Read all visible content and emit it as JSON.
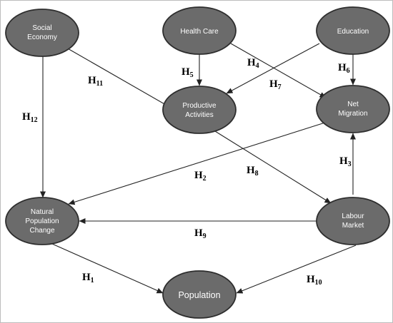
{
  "colors": {
    "node_fill": "#6b6b6b",
    "node_stroke": "#2e2e2e",
    "node_text": "#ffffff",
    "edge": "#222222",
    "hypothesis_text": "#000000"
  },
  "nodes": {
    "social_economy": {
      "lines": [
        "Social",
        "Economy"
      ]
    },
    "health_care": {
      "lines": [
        "Health Care"
      ]
    },
    "education": {
      "lines": [
        "Education"
      ]
    },
    "productive_activities": {
      "lines": [
        "Productive",
        "Activities"
      ]
    },
    "net_migration": {
      "lines": [
        "Net",
        "Migration"
      ]
    },
    "natural_population_change": {
      "lines": [
        "Natural",
        "Population",
        "Change"
      ]
    },
    "labour_market": {
      "lines": [
        "Labour",
        "Market"
      ]
    },
    "population": {
      "lines": [
        "Population"
      ]
    }
  },
  "hypotheses": [
    {
      "id": "h1",
      "main": "H",
      "sub": "1",
      "from": "natural_population_change",
      "to": "population"
    },
    {
      "id": "h2",
      "main": "H",
      "sub": "2",
      "from": "net_migration",
      "to": "natural_population_change"
    },
    {
      "id": "h3",
      "main": "H",
      "sub": "3",
      "from": "labour_market",
      "to": "net_migration"
    },
    {
      "id": "h4",
      "main": "H",
      "sub": "4",
      "from": "health_care",
      "to": "net_migration"
    },
    {
      "id": "h5",
      "main": "H",
      "sub": "5",
      "from": "health_care",
      "to": "productive_activities"
    },
    {
      "id": "h6",
      "main": "H",
      "sub": "6",
      "from": "education",
      "to": "net_migration"
    },
    {
      "id": "h7",
      "main": "H",
      "sub": "7",
      "from": "education",
      "to": "productive_activities"
    },
    {
      "id": "h8",
      "main": "H",
      "sub": "8",
      "from": "productive_activities",
      "to": "labour_market"
    },
    {
      "id": "h9",
      "main": "H",
      "sub": "9",
      "from": "labour_market",
      "to": "natural_population_change"
    },
    {
      "id": "h10",
      "main": "H",
      "sub": "10",
      "from": "labour_market",
      "to": "population"
    },
    {
      "id": "h11",
      "main": "H",
      "sub": "11",
      "from": "social_economy",
      "to": "productive_activities"
    },
    {
      "id": "h12",
      "main": "H",
      "sub": "12",
      "from": "social_economy",
      "to": "natural_population_change"
    }
  ]
}
